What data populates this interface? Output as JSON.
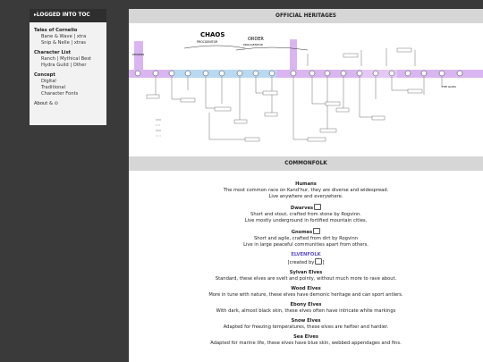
{
  "sidebar": {
    "header": "▸LOGGED INTO TOC",
    "sections": [
      {
        "title": "Tales of Cornelio",
        "items": [
          "Bane & Wave | xtra",
          "Snip & Nelle | xtras"
        ]
      },
      {
        "title": "Character List",
        "items": [
          "Ranch | Mythical Best",
          "Hydra Guild | Other"
        ]
      },
      {
        "title": "Concept",
        "items": [
          "Digital",
          "Traditional",
          "Character Fonts"
        ]
      }
    ],
    "about": "About & ⊙"
  },
  "heritages": {
    "title": "OFFICIAL HERITAGES",
    "diagram": {
      "left_label": "CHAOS",
      "left_sublabel": "PROCGENITOR",
      "right_label": "ORDER",
      "right_sublabel": "PROCGENITOR",
      "left_end": "DEMONS",
      "right_end": "THE GODS"
    }
  },
  "commonfolk": {
    "title": "COMMONFOLK",
    "entries": [
      {
        "name": "Humans",
        "lines": [
          "The most common race on Kand'hur, they are diverse and widespread.",
          "Live anywhere and everywhere."
        ],
        "icon": false
      },
      {
        "name": "Dwarves",
        "lines": [
          "Short and stout, crafted from stone by Rogvinn.",
          "Live mostly underground in fortified mountain cities."
        ],
        "icon": true
      },
      {
        "name": "Gnomes",
        "lines": [
          "Short and agile, crafted from dirt by Rogvinn",
          "Live in large peaceful communities apart from others."
        ],
        "icon": true
      }
    ],
    "elvenfolk_link": "ELVENFOLK",
    "elvenfolk_credit": "[created by",
    "elvenfolk_credit_end": "]",
    "elves": [
      {
        "name": "Sylvan Elves",
        "line": "Standard, these elves are svelt and pointy, without much more to rave about."
      },
      {
        "name": "Wood Elves",
        "line": "More in tune with nature, these elves have demonic heritage and can sport antlers."
      },
      {
        "name": "Ebony Elves",
        "line": "With dark, almost black skin, these elves often have intricate white markings"
      },
      {
        "name": "Snow Elves",
        "line": "Adapted for freezing temperatures, these elves are heftier and hardier."
      },
      {
        "name": "Sea Elves",
        "line": "Adapted for marine life, these elves have blue skin, webbed appendages and fins."
      }
    ]
  },
  "colors": {
    "accent": "#5a4bc9",
    "timeline": "#d9b6f2",
    "band": "#d6d6d6",
    "sidebar_head": "#2e2e2e"
  }
}
